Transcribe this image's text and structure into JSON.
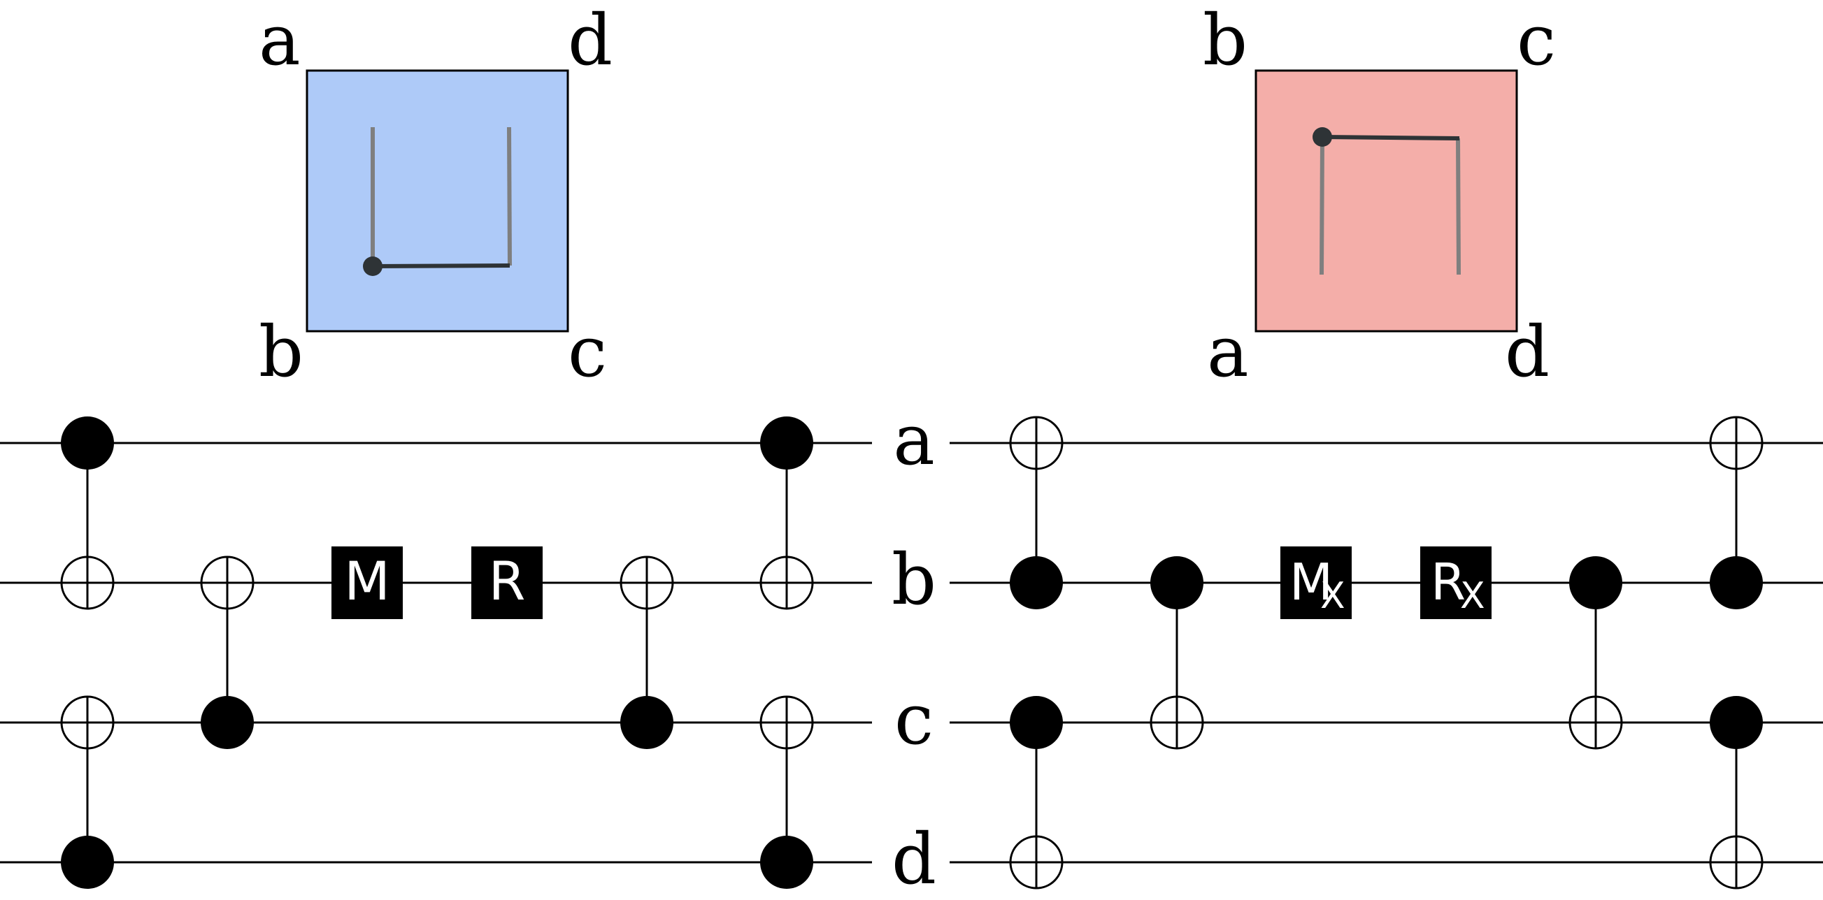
{
  "colors": {
    "left_plaquette_fill": "#aecaf8",
    "right_plaquette_fill": "#f4aea9",
    "ink": "#000000",
    "stroke_dark": "#2e3336",
    "stroke_light": "#7f7f7f"
  },
  "left_plaquette": {
    "corner_labels": {
      "top_left": "a",
      "top_right": "d",
      "bottom_left": "b",
      "bottom_right": "c"
    }
  },
  "right_plaquette": {
    "corner_labels": {
      "top_left": "b",
      "top_right": "c",
      "bottom_left": "a",
      "bottom_right": "d"
    }
  },
  "qubit_labels": [
    "a",
    "b",
    "c",
    "d"
  ],
  "left_circuit": {
    "gates": [
      {
        "label": "M",
        "subscript": ""
      },
      {
        "label": "R",
        "subscript": ""
      }
    ]
  },
  "right_circuit": {
    "gates": [
      {
        "label": "M",
        "subscript": "X"
      },
      {
        "label": "R",
        "subscript": "X"
      }
    ]
  }
}
